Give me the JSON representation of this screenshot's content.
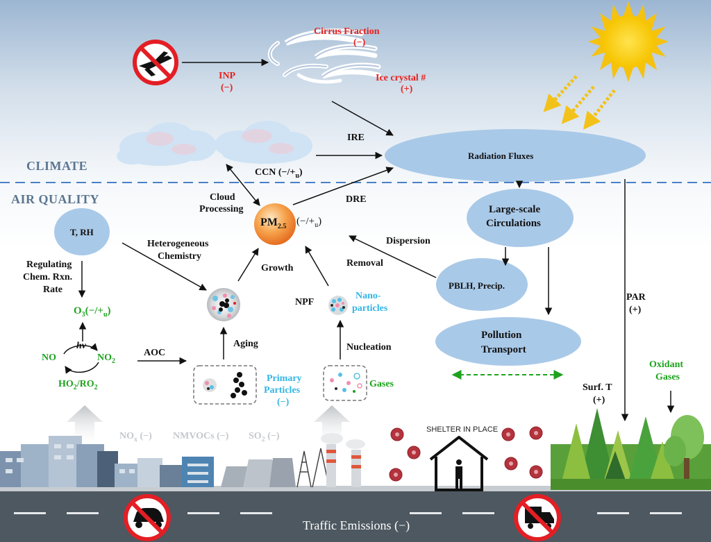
{
  "sections": {
    "climate": "CLIMATE",
    "air_quality": "AIR QUALITY"
  },
  "labels": {
    "cirrus_fraction": "Cirrus Fraction",
    "cirrus_sign": "(−)",
    "ice_crystal": "Ice crystal #",
    "ice_sign": "(+)",
    "inp": "INP",
    "inp_sign": "(−)",
    "ire": "IRE",
    "radiation_fluxes": "Radiation Fluxes",
    "ccn": "CCN (−/+",
    "ccn_sub": "u",
    "cloud_processing_1": "Cloud",
    "cloud_processing_2": "Processing",
    "dre": "DRE",
    "pm": "PM",
    "pm_sub": "2.5",
    "pm_sign": "(−/+",
    "pm_sign_sub": "u",
    "large_scale_1": "Large-scale",
    "large_scale_2": "Circulations",
    "t_rh": "T, RH",
    "heterogeneous_1": "Heterogeneous",
    "heterogeneous_2": "Chemistry",
    "dispersion": "Dispersion",
    "removal": "Removal",
    "growth": "Growth",
    "pblh": "PBLH, Precip.",
    "regulating_1": "Regulating",
    "regulating_2": "Chem. Rxn.",
    "regulating_3": "Rate",
    "o3": "O",
    "o3_sub": "3",
    "o3_sign": "(−/+",
    "o3_sign_sub": "u",
    "npf": "NPF",
    "nano_1": "Nano-",
    "nano_2": "particles",
    "par": "PAR",
    "par_sign": "(+)",
    "hv": "hv",
    "no": "NO",
    "no2": "NO",
    "no2_sub": "2",
    "aoc": "AOC",
    "aging": "Aging",
    "nucleation": "Nucleation",
    "pollution_1": "Pollution",
    "pollution_2": "Transport",
    "ho2": "HO",
    "ho2_sub": "2",
    "ro2": "/RO",
    "ro2_sub": "2",
    "primary_1": "Primary",
    "primary_2": "Particles",
    "primary_sign": "(−)",
    "gases": "Gases",
    "surf_t": "Surf. T",
    "surf_sign": "(+)",
    "oxidant_1": "Oxidant",
    "oxidant_2": "Gases",
    "nox": "NO",
    "nox_sub": "x",
    "nox_sign": " (−)",
    "nmvocs": "NMVOCs (−)",
    "so2": "SO",
    "so2_sub": "2",
    "so2_sign": " (−)",
    "shelter": "SHELTER IN PLACE",
    "traffic": "Traffic Emissions (−)"
  },
  "colors": {
    "red_label": "#e8211d",
    "green_label": "#1ea21e",
    "cyan_label": "#33b5e5",
    "node_fill": "#a9c9e8",
    "dashed_divider": "#4a7fc8",
    "sky_top": "#9fb8d3",
    "road": "#4d5860"
  }
}
